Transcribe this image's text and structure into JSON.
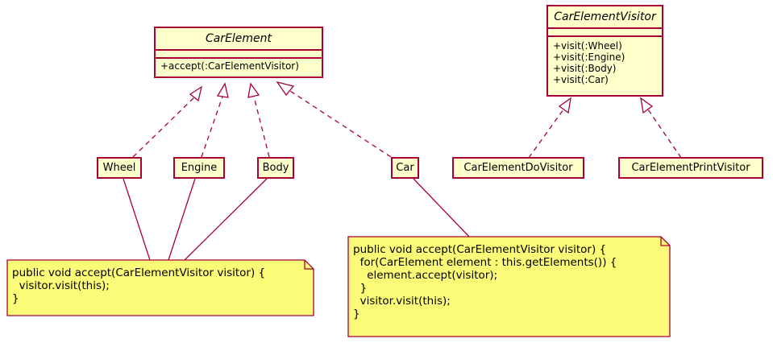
{
  "colors": {
    "border": "#a80036",
    "class_fill": "#ffffcc",
    "note_fill": "#fbfb77",
    "line": "#a80036"
  },
  "car_element": {
    "name": "CarElement",
    "operations": [
      "+accept(:CarElementVisitor)"
    ]
  },
  "car_element_visitor": {
    "name": "CarElementVisitor",
    "operations": [
      "+visit(:Wheel)",
      "+visit(:Engine)",
      "+visit(:Body)",
      "+visit(:Car)"
    ]
  },
  "classes": {
    "wheel": "Wheel",
    "engine": "Engine",
    "body": "Body",
    "car": "Car",
    "do_visitor": "CarElementDoVisitor",
    "print_visitor": "CarElementPrintVisitor"
  },
  "notes": {
    "simple_accept": "public void accept(CarElementVisitor visitor) {\n  visitor.visit(this);\n}",
    "car_accept": "public void accept(CarElementVisitor visitor) {\n  for(CarElement element : this.getElements()) {\n    element.accept(visitor);\n  }\n  visitor.visit(this);\n}"
  }
}
